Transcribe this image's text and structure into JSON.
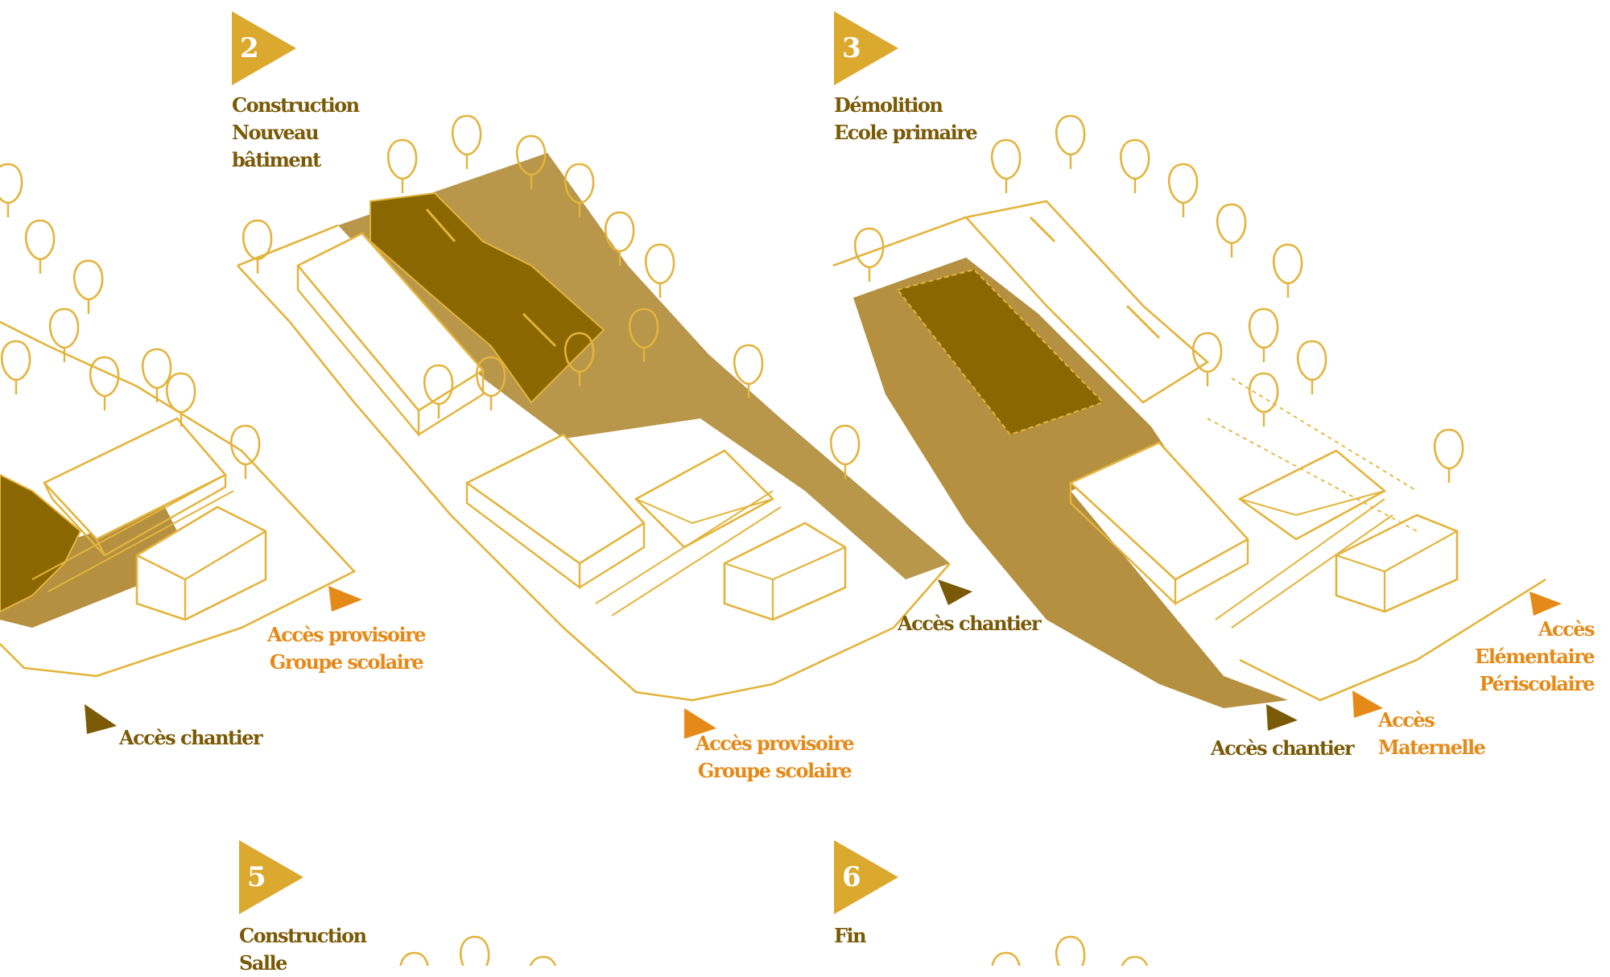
{
  "colors": {
    "line": "#e3b43c",
    "flag": "#dba92e",
    "dark": "#8a6700",
    "mid": "#b49040",
    "orange": "#e58a18",
    "brown": "#7a5a06"
  },
  "phases": {
    "p2": {
      "number": "2",
      "title": "Construction\nNouveau\nbâtiment"
    },
    "p3": {
      "number": "3",
      "title": "Démolition\nEcole primaire"
    },
    "p5": {
      "number": "5",
      "title": "Construction\nSalle"
    },
    "p6": {
      "number": "6",
      "title": "Fin"
    }
  },
  "labels": {
    "p1_acces_provisoire": "Accès provisoire\nGroupe scolaire",
    "p1_acces_chantier": "Accès chantier",
    "p2_acces_chantier": "Accès chantier",
    "p2_acces_provisoire": "Accès provisoire\nGroupe scolaire",
    "p3_acces_elementaire": "Accès\nElémentaire\nPériscolaire",
    "p3_acces_maternelle": "Accès\nMaternelle",
    "p3_acces_chantier": "Accès chantier"
  },
  "icons": [
    "phase-flag-icon",
    "access-arrow-icon",
    "tree-icon"
  ]
}
